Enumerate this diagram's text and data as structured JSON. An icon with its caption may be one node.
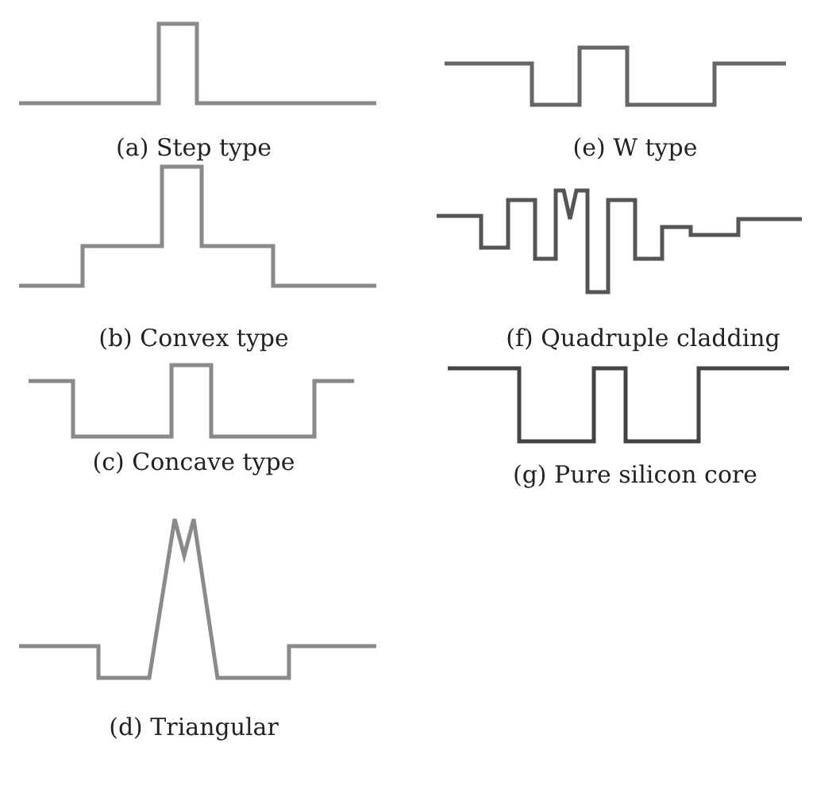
{
  "diagram": {
    "labels": [
      "(a) Step type",
      "(e) W type",
      "(b) Convex type",
      "(f) Quadruple cladding",
      "(c) Concave type",
      "(g) Pure silicon core",
      "(d) Triangular"
    ]
  }
}
